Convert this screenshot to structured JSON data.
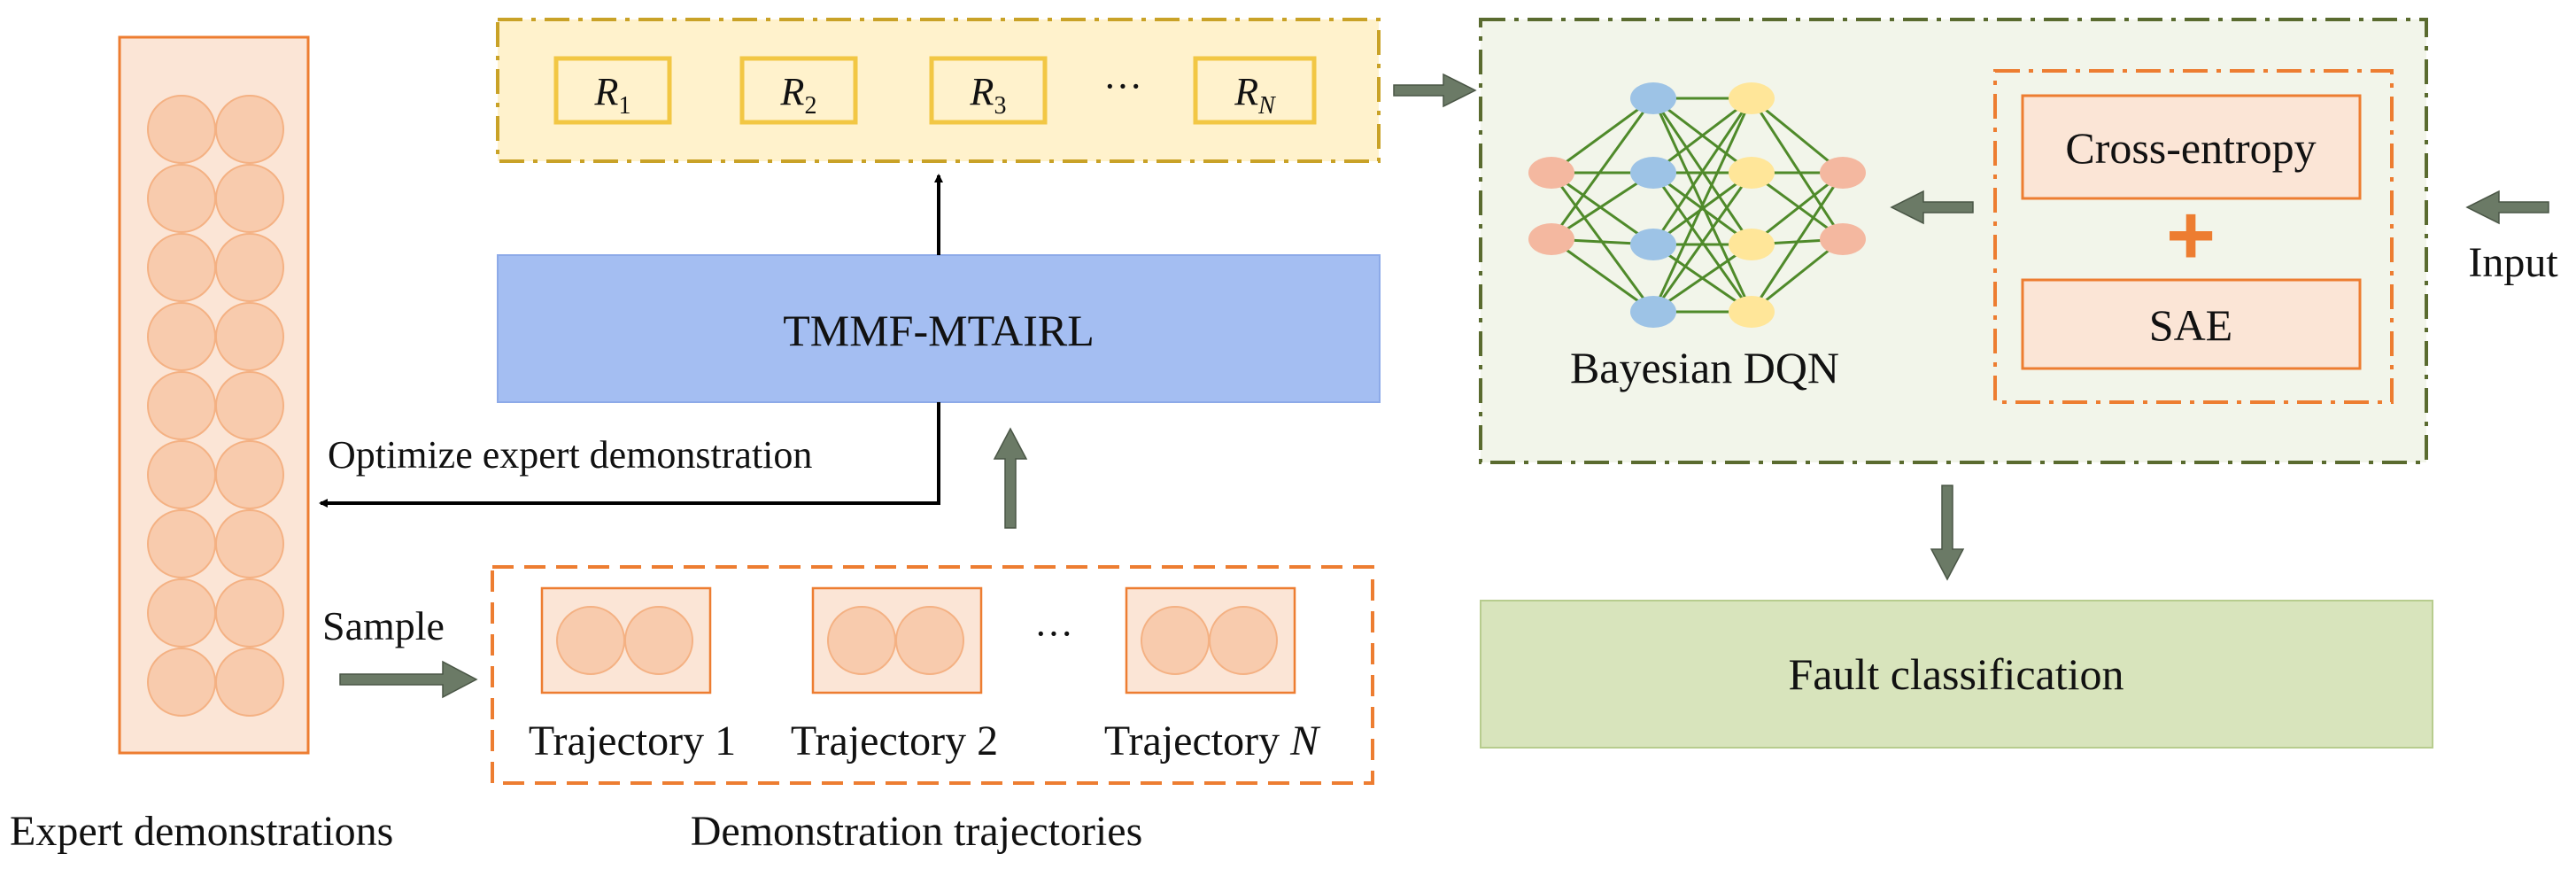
{
  "reward_bar": {
    "items": [
      {
        "letter": "R",
        "sub": "1"
      },
      {
        "letter": "R",
        "sub": "2"
      },
      {
        "letter": "R",
        "sub": "3"
      },
      {
        "letter": "R",
        "sub": "N"
      }
    ],
    "ellipsis": "···"
  },
  "model_box": {
    "label": "TMMF-MTAIRL"
  },
  "optimize_label": "Optimize expert demonstration",
  "sample_label": "Sample",
  "expert": {
    "label": "Expert demonstrations"
  },
  "trajectories": {
    "items": [
      {
        "label": "Trajectory 1",
        "var": ""
      },
      {
        "label": "Trajectory 2",
        "var": ""
      },
      {
        "label": "Trajectory ",
        "var": "N"
      }
    ],
    "ellipsis": "···",
    "caption": "Demonstration trajectories"
  },
  "dqn": {
    "label": "Bayesian DQN",
    "loss_top": "Cross-entropy",
    "plus": "+",
    "loss_bottom": "SAE",
    "input_label": "Input"
  },
  "fault": {
    "label": "Fault classification"
  },
  "colors": {
    "orange_border": "#ED7D31",
    "orange_fill": "#FBE5D6",
    "circle_fill": "#F8CBAD",
    "gold_border": "#C9A227",
    "gold_fill": "#FFF2CC",
    "reward_item_border": "#F2C744",
    "blue_box": "#A4BEF2",
    "olive_border": "#5A6B2F",
    "olive_fill": "#F2F5EA",
    "green_box": "#D8E4BC",
    "green_box_border": "#B7CC8E",
    "gray_arrow": "#6B7A66",
    "net_line": "#4F8A2A",
    "node_blue": "#9DC3E6",
    "node_yellow": "#FFE699",
    "node_salmon": "#F4B8A0"
  }
}
